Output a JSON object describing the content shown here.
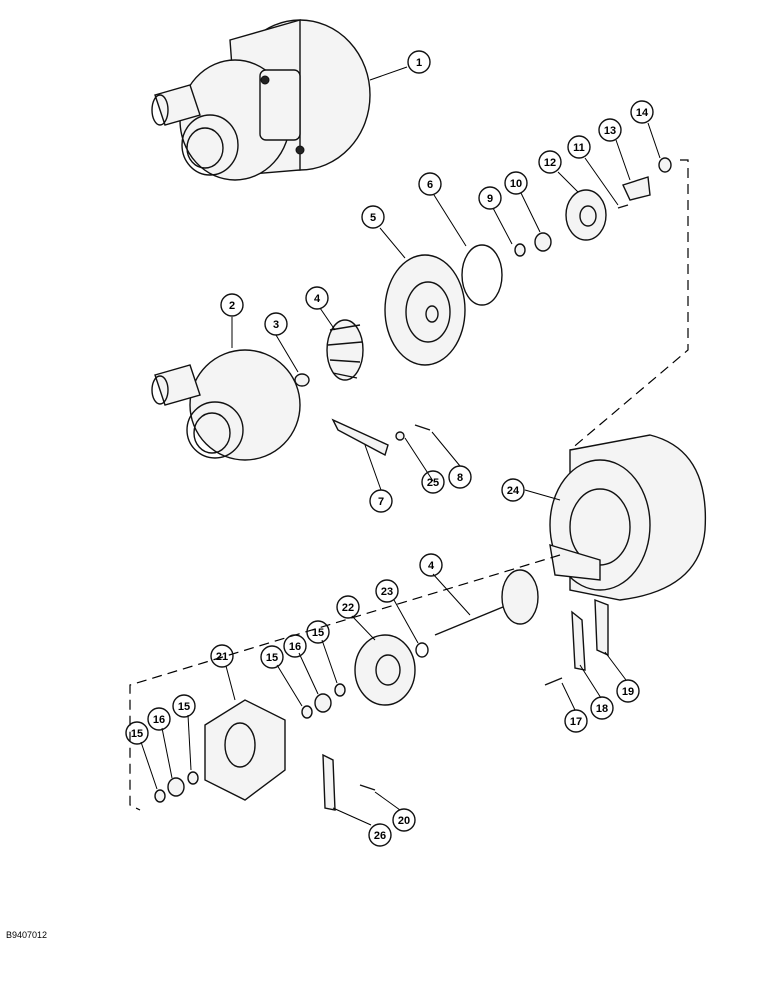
{
  "figure_id": "B9407012",
  "callouts": [
    {
      "id": "c1",
      "label": "1"
    },
    {
      "id": "c2",
      "label": "2"
    },
    {
      "id": "c3",
      "label": "3"
    },
    {
      "id": "c4a",
      "label": "4"
    },
    {
      "id": "c5",
      "label": "5"
    },
    {
      "id": "c6",
      "label": "6"
    },
    {
      "id": "c7",
      "label": "7"
    },
    {
      "id": "c8",
      "label": "8"
    },
    {
      "id": "c9",
      "label": "9"
    },
    {
      "id": "c10",
      "label": "10"
    },
    {
      "id": "c11",
      "label": "11"
    },
    {
      "id": "c12",
      "label": "12"
    },
    {
      "id": "c13",
      "label": "13"
    },
    {
      "id": "c14",
      "label": "14"
    },
    {
      "id": "c25",
      "label": "25"
    },
    {
      "id": "c24",
      "label": "24"
    },
    {
      "id": "c4b",
      "label": "4"
    },
    {
      "id": "c23",
      "label": "23"
    },
    {
      "id": "c22",
      "label": "22"
    },
    {
      "id": "c21",
      "label": "21"
    },
    {
      "id": "c15a",
      "label": "15"
    },
    {
      "id": "c16a",
      "label": "16"
    },
    {
      "id": "c15b",
      "label": "15"
    },
    {
      "id": "c15c",
      "label": "15"
    },
    {
      "id": "c16b",
      "label": "16"
    },
    {
      "id": "c15d",
      "label": "15"
    },
    {
      "id": "c17",
      "label": "17"
    },
    {
      "id": "c18",
      "label": "18"
    },
    {
      "id": "c19",
      "label": "19"
    },
    {
      "id": "c20",
      "label": "20"
    },
    {
      "id": "c26",
      "label": "26"
    }
  ]
}
